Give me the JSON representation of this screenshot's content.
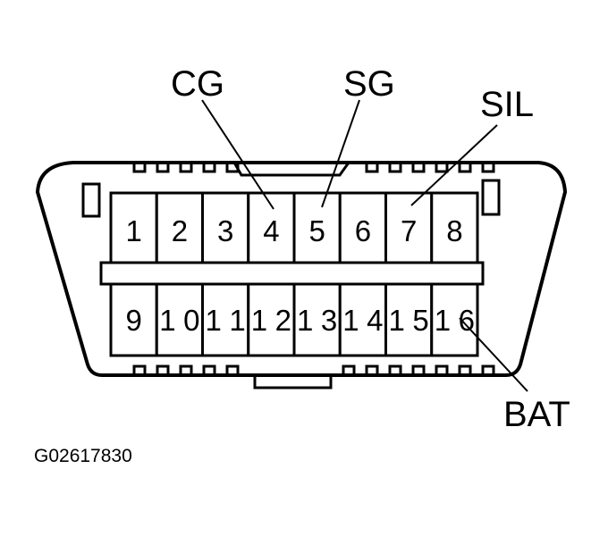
{
  "labels": {
    "cg": "CG",
    "sg": "SG",
    "sil": "SIL",
    "bat": "BAT"
  },
  "pins_top": [
    "1",
    "2",
    "3",
    "4",
    "5",
    "6",
    "7",
    "8"
  ],
  "pins_bottom": [
    "9",
    "10",
    "11",
    "12",
    "13",
    "14",
    "15",
    "16"
  ],
  "figure_code": "G02617830",
  "colors": {
    "ink": "#000000",
    "paper": "#ffffff"
  }
}
